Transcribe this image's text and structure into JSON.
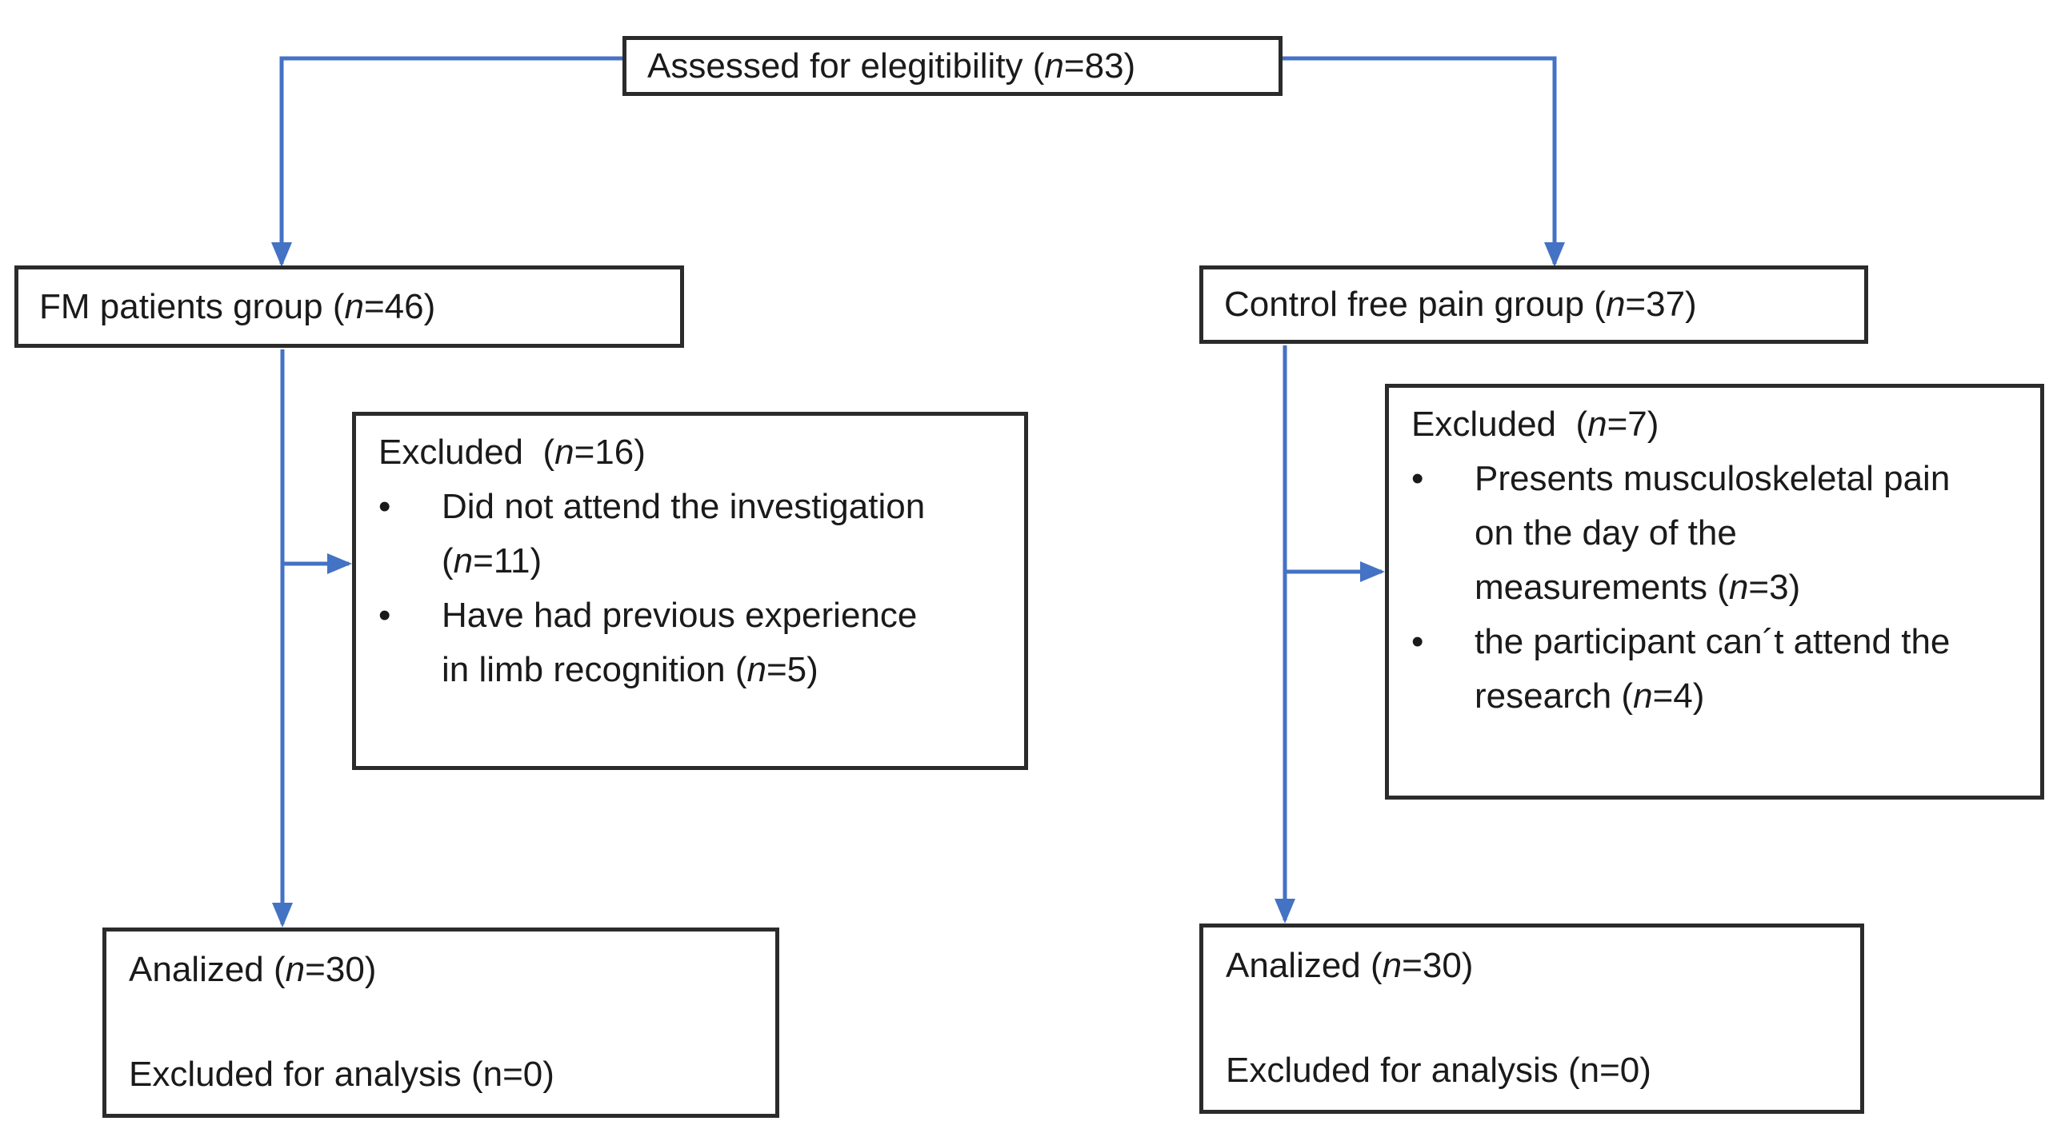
{
  "colors": {
    "arrow": "#4472c4",
    "border": "#2b2b2b",
    "text": "#1a1a1a",
    "background": "#ffffff"
  },
  "bullet_glyph": "•",
  "boxes": {
    "assessed": {
      "pre": "Assessed for elegitibility (",
      "var": "n",
      "post": "=83)"
    },
    "fm_group": {
      "pre": "FM patients group (",
      "var": "n",
      "post": "=46)"
    },
    "control_group": {
      "pre": "Control free pain group (",
      "var": "n",
      "post": "=37)"
    },
    "fm_excluded": {
      "title": {
        "pre": "Excluded  (",
        "var": "n",
        "post": "=16)"
      },
      "bullets": [
        {
          "pre": "Did not attend the investigation (",
          "var": "n",
          "post": "=11)"
        },
        {
          "pre": "Have had previous experience in limb recognition (",
          "var": "n",
          "post": "=5)"
        }
      ]
    },
    "control_excluded": {
      "title": {
        "pre": "Excluded  (",
        "var": "n",
        "post": "=7)"
      },
      "bullets": [
        {
          "pre": "Presents musculoskeletal pain on the day of the measurements (",
          "var": "n",
          "post": "=3)"
        },
        {
          "pre": "the participant can´t attend the research (",
          "var": "n",
          "post": "=4)"
        }
      ]
    },
    "fm_analyzed": {
      "line1": {
        "pre": "Analized (",
        "var": "n",
        "post": "=30)"
      },
      "line2": "Excluded for analysis (n=0)"
    },
    "control_analyzed": {
      "line1": {
        "pre": "Analized (",
        "var": "n",
        "post": "=30)"
      },
      "line2": "Excluded for analysis (n=0)"
    }
  }
}
